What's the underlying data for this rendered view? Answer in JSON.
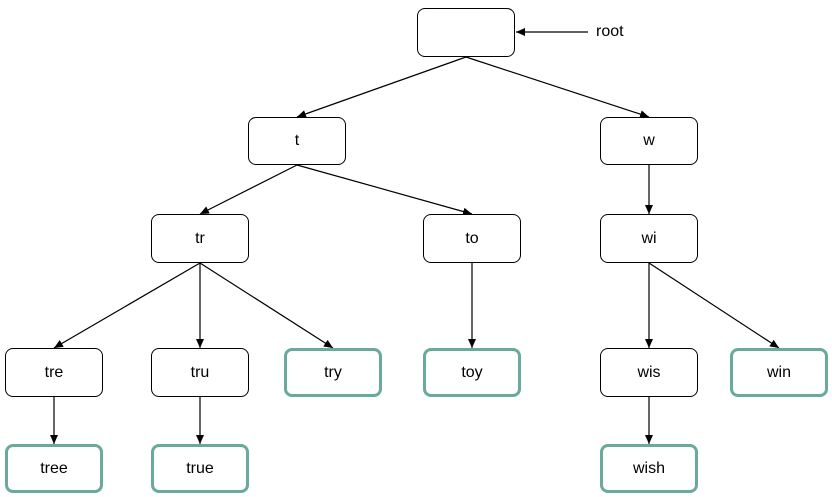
{
  "root_label": "root",
  "colors": {
    "edge": "#000000",
    "node_border": "#000000",
    "word_border": "#6aaa9c"
  },
  "nodes": {
    "root": {
      "text": ""
    },
    "t": {
      "text": "t"
    },
    "w": {
      "text": "w"
    },
    "tr": {
      "text": "tr"
    },
    "to": {
      "text": "to"
    },
    "wi": {
      "text": "wi"
    },
    "tre": {
      "text": "tre"
    },
    "tru": {
      "text": "tru"
    },
    "try": {
      "text": "try",
      "complete_word": true
    },
    "toy": {
      "text": "toy",
      "complete_word": true
    },
    "wis": {
      "text": "wis"
    },
    "win": {
      "text": "win",
      "complete_word": true
    },
    "tree": {
      "text": "tree",
      "complete_word": true
    },
    "true": {
      "text": "true",
      "complete_word": true
    },
    "wish": {
      "text": "wish",
      "complete_word": true
    }
  },
  "edges": [
    [
      "root",
      "t"
    ],
    [
      "root",
      "w"
    ],
    [
      "t",
      "tr"
    ],
    [
      "t",
      "to"
    ],
    [
      "w",
      "wi"
    ],
    [
      "tr",
      "tre"
    ],
    [
      "tr",
      "tru"
    ],
    [
      "tr",
      "try"
    ],
    [
      "to",
      "toy"
    ],
    [
      "wi",
      "wis"
    ],
    [
      "wi",
      "win"
    ],
    [
      "tre",
      "tree"
    ],
    [
      "tru",
      "true"
    ],
    [
      "wis",
      "wish"
    ]
  ]
}
